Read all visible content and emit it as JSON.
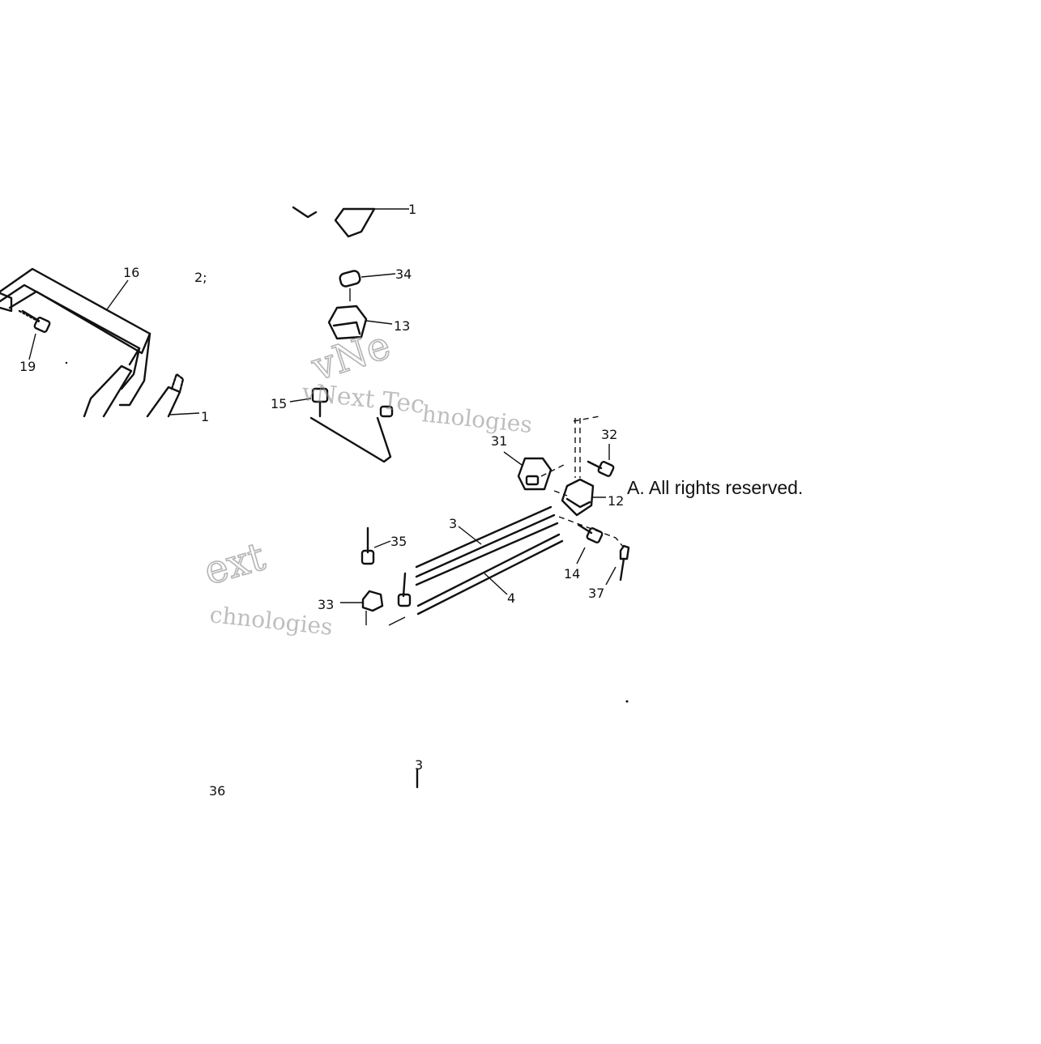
{
  "callouts": {
    "c16": "16",
    "c19": "19",
    "c23": "2;",
    "c34": "34",
    "c13": "13",
    "c15": "15",
    "c31": "31",
    "c32": "32",
    "c12": "12",
    "c3": "3",
    "c4": "4",
    "c14": "14",
    "c35": "35",
    "c33": "33",
    "c37": "37",
    "c36": "36",
    "c_top": "1",
    "c_mid": "1",
    "c_bottom": "3"
  },
  "watermark": {
    "line_a": "vNext Technologies",
    "line_a_partial": "vNext Tec",
    "line_b_partial": "hnologies",
    "line_c": "ext",
    "line_d": "chnologies",
    "line_e": "vNe"
  },
  "copyright": "A. All rights reserved."
}
